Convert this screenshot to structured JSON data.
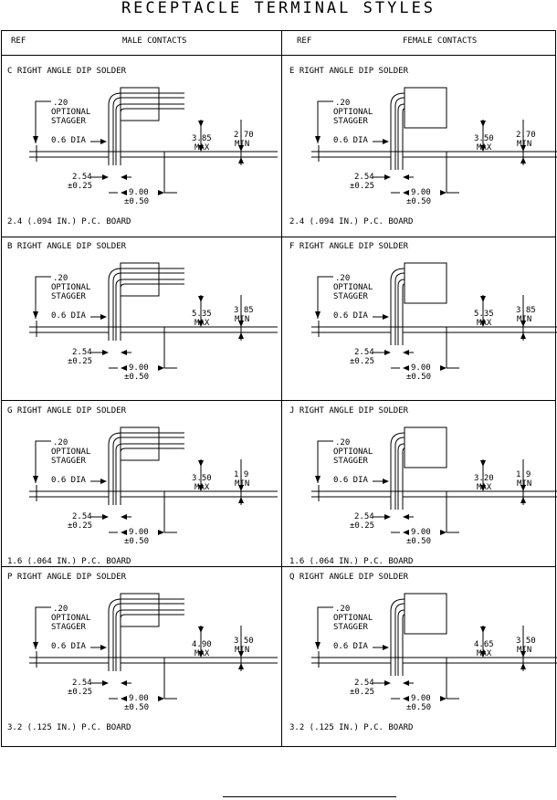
{
  "title": "RECEPTACLE TERMINAL STYLES",
  "header": {
    "left_ref": "REF",
    "left_label": "MALE CONTACTS",
    "right_ref": "REF",
    "right_label": "FEMALE CONTACTS"
  },
  "common": {
    "optional_value": ".20",
    "optional_line1": "OPTIONAL",
    "optional_line2": "STAGGER",
    "dia": "0.6 DIA",
    "pitch": "2.54",
    "pitch_tol": "±0.25",
    "offset": "9.00",
    "offset_tol": "±0.50",
    "max_label": "MAX",
    "min_label": "MIN"
  },
  "cells": [
    {
      "ref": "C",
      "title": "C  RIGHT ANGLE DIP SOLDER",
      "max": "3.85",
      "min": "2.70",
      "board": "2.4 (.094 IN.) P.C. BOARD",
      "gender": "male"
    },
    {
      "ref": "E",
      "title": "E  RIGHT ANGLE DIP SOLDER",
      "max": "3.50",
      "min": "2.70",
      "board": "2.4 (.094 IN.) P.C. BOARD",
      "gender": "female"
    },
    {
      "ref": "B",
      "title": "B  RIGHT ANGLE DIP SOLDER",
      "max": "5.35",
      "min": "3.85",
      "board": "",
      "gender": "male"
    },
    {
      "ref": "F",
      "title": "F  RIGHT ANGLE DIP SOLDER",
      "max": "5.35",
      "min": "3.85",
      "board": "",
      "gender": "female"
    },
    {
      "ref": "G",
      "title": "G  RIGHT ANGLE DIP SOLDER",
      "max": "3.50",
      "min": "1.9",
      "board": "1.6 (.064 IN.) P.C. BOARD",
      "gender": "male"
    },
    {
      "ref": "J",
      "title": "J  RIGHT ANGLE DIP SOLDER",
      "max": "3.20",
      "min": "1.9",
      "board": "1.6 (.064 IN.) P.C. BOARD",
      "gender": "female"
    },
    {
      "ref": "P",
      "title": "P  RIGHT ANGLE DIP SOLDER",
      "max": "4.90",
      "min": "3.50",
      "board": "3.2 (.125 IN.) P.C. BOARD",
      "gender": "male"
    },
    {
      "ref": "Q",
      "title": "Q  RIGHT ANGLE DIP SOLDER",
      "max": "4.65",
      "min": "3.50",
      "board": "3.2 (.125 IN.) P.C. BOARD",
      "gender": "female"
    }
  ]
}
